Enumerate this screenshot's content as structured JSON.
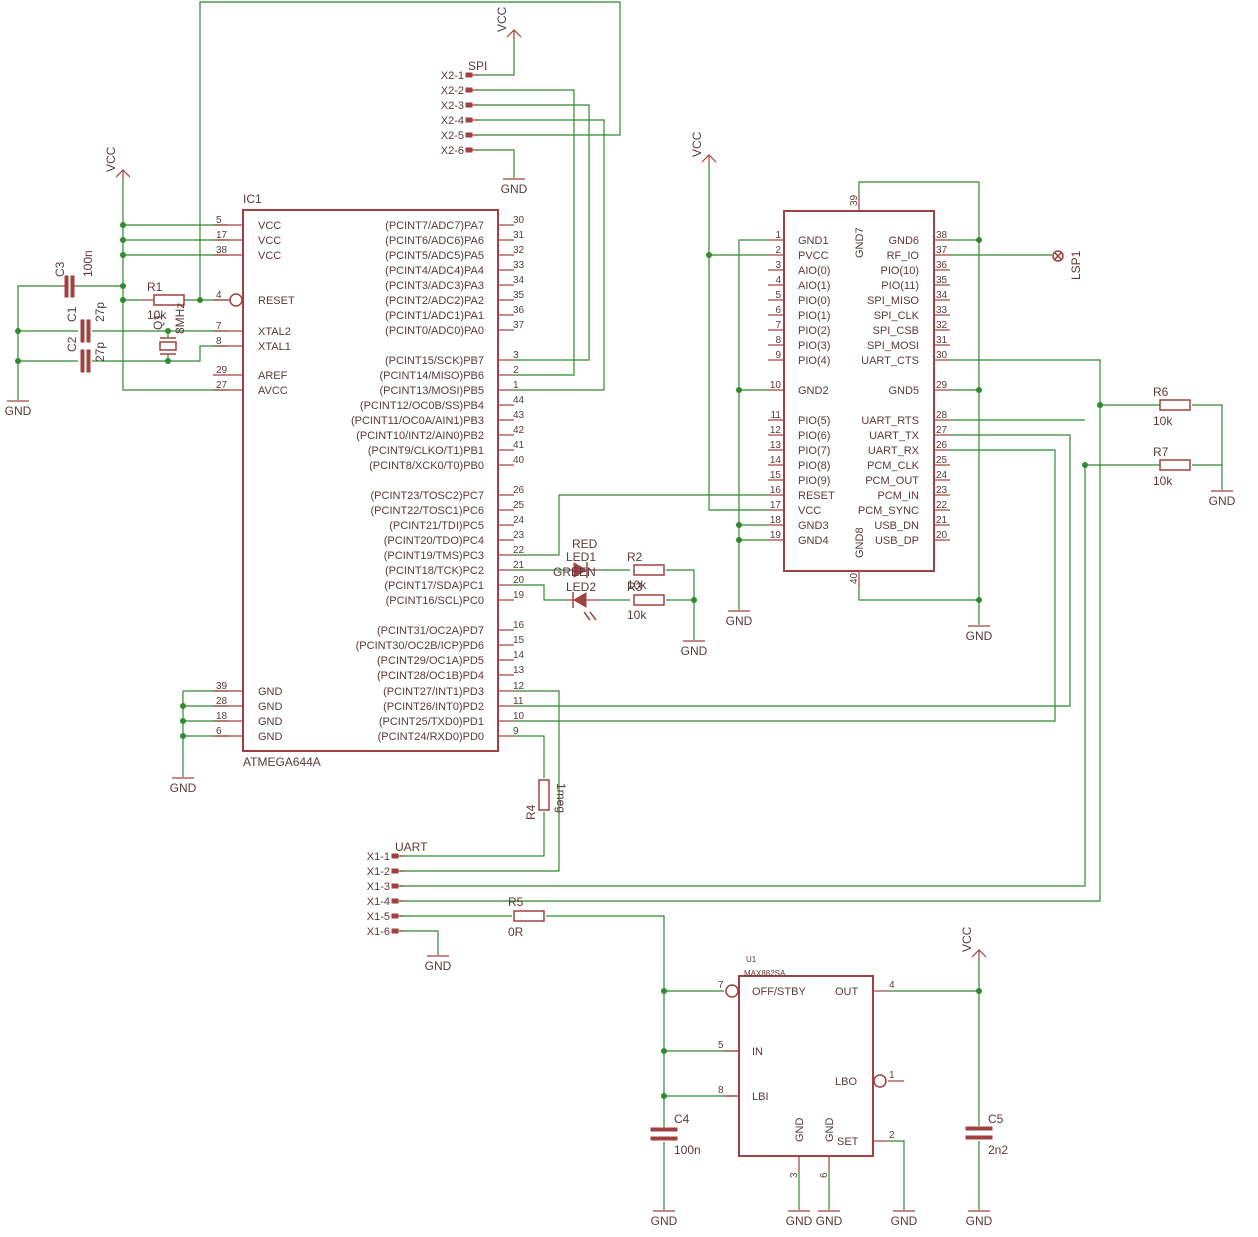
{
  "ic1": {
    "ref": "IC1",
    "value": "ATMEGA644A",
    "left": [
      {
        "name": "VCC",
        "num": "5"
      },
      {
        "name": "VCC",
        "num": "17"
      },
      {
        "name": "VCC",
        "num": "38"
      },
      {
        "name": "RESET",
        "num": "4"
      },
      {
        "name": "XTAL2",
        "num": "7"
      },
      {
        "name": "XTAL1",
        "num": "8"
      },
      {
        "name": "AREF",
        "num": "29"
      },
      {
        "name": "AVCC",
        "num": "27"
      },
      {
        "name": "GND",
        "num": "39"
      },
      {
        "name": "GND",
        "num": "28"
      },
      {
        "name": "GND",
        "num": "18"
      },
      {
        "name": "GND",
        "num": "6"
      }
    ],
    "right": [
      {
        "name": "(PCINT7/ADC7)PA7",
        "num": "30"
      },
      {
        "name": "(PCINT6/ADC6)PA6",
        "num": "31"
      },
      {
        "name": "(PCINT5/ADC5)PA5",
        "num": "32"
      },
      {
        "name": "(PCINT4/ADC4)PA4",
        "num": "33"
      },
      {
        "name": "(PCINT3/ADC3)PA3",
        "num": "34"
      },
      {
        "name": "(PCINT2/ADC2)PA2",
        "num": "35"
      },
      {
        "name": "(PCINT1/ADC1)PA1",
        "num": "36"
      },
      {
        "name": "(PCINT0/ADC0)PA0",
        "num": "37"
      },
      {
        "name": "(PCINT15/SCK)PB7",
        "num": "3"
      },
      {
        "name": "(PCINT14/MISO)PB6",
        "num": "2"
      },
      {
        "name": "(PCINT13/MOSI)PB5",
        "num": "1"
      },
      {
        "name": "(PCINT12/OC0B/SS)PB4",
        "num": "44"
      },
      {
        "name": "(PCINT11/OC0A/AIN1)PB3",
        "num": "43"
      },
      {
        "name": "(PCINT10/INT2/AIN0)PB2",
        "num": "42"
      },
      {
        "name": "(PCINT9/CLKO/T1)PB1",
        "num": "41"
      },
      {
        "name": "(PCINT8/XCK0/T0)PB0",
        "num": "40"
      },
      {
        "name": "(PCINT23/TOSC2)PC7",
        "num": "26"
      },
      {
        "name": "(PCINT22/TOSC1)PC6",
        "num": "25"
      },
      {
        "name": "(PCINT21/TDI)PC5",
        "num": "24"
      },
      {
        "name": "(PCINT20/TDO)PC4",
        "num": "23"
      },
      {
        "name": "(PCINT19/TMS)PC3",
        "num": "22"
      },
      {
        "name": "(PCINT18/TCK)PC2",
        "num": "21"
      },
      {
        "name": "(PCINT17/SDA)PC1",
        "num": "20"
      },
      {
        "name": "(PCINT16/SCL)PC0",
        "num": "19"
      },
      {
        "name": "(PCINT31/OC2A)PD7",
        "num": "16"
      },
      {
        "name": "(PCINT30/OC2B/ICP)PD6",
        "num": "15"
      },
      {
        "name": "(PCINT29/OC1A)PD5",
        "num": "14"
      },
      {
        "name": "(PCINT28/OC1B)PD4",
        "num": "13"
      },
      {
        "name": "(PCINT27/INT1)PD3",
        "num": "12"
      },
      {
        "name": "(PCINT26/INT0)PD2",
        "num": "11"
      },
      {
        "name": "(PCINT25/TXD0)PD1",
        "num": "10"
      },
      {
        "name": "(PCINT24/RXD0)PD0",
        "num": "9"
      }
    ]
  },
  "bt": {
    "left": [
      {
        "name": "GND1",
        "num": "1"
      },
      {
        "name": "PVCC",
        "num": "2"
      },
      {
        "name": "AIO(0)",
        "num": "3"
      },
      {
        "name": "AIO(1)",
        "num": "4"
      },
      {
        "name": "PIO(0)",
        "num": "5"
      },
      {
        "name": "PIO(1)",
        "num": "6"
      },
      {
        "name": "PIO(2)",
        "num": "7"
      },
      {
        "name": "PIO(3)",
        "num": "8"
      },
      {
        "name": "PIO(4)",
        "num": "9"
      },
      {
        "name": "GND2",
        "num": "10"
      },
      {
        "name": "PIO(5)",
        "num": "11"
      },
      {
        "name": "PIO(6)",
        "num": "12"
      },
      {
        "name": "PIO(7)",
        "num": "13"
      },
      {
        "name": "PIO(8)",
        "num": "14"
      },
      {
        "name": "PIO(9)",
        "num": "15"
      },
      {
        "name": "RESET",
        "num": "16"
      },
      {
        "name": "VCC",
        "num": "17"
      },
      {
        "name": "GND3",
        "num": "18"
      },
      {
        "name": "GND4",
        "num": "19"
      }
    ],
    "right": [
      {
        "name": "GND6",
        "num": "38"
      },
      {
        "name": "RF_IO",
        "num": "37"
      },
      {
        "name": "PIO(10)",
        "num": "36"
      },
      {
        "name": "PIO(11)",
        "num": "35"
      },
      {
        "name": "SPI_MISO",
        "num": "34"
      },
      {
        "name": "SPI_CLK",
        "num": "33"
      },
      {
        "name": "SPI_CSB",
        "num": "32"
      },
      {
        "name": "SPI_MOSI",
        "num": "31"
      },
      {
        "name": "UART_CTS",
        "num": "30"
      },
      {
        "name": "GND5",
        "num": "29"
      },
      {
        "name": "UART_RTS",
        "num": "28"
      },
      {
        "name": "UART_TX",
        "num": "27"
      },
      {
        "name": "UART_RX",
        "num": "26"
      },
      {
        "name": "PCM_CLK",
        "num": "25"
      },
      {
        "name": "PCM_OUT",
        "num": "24"
      },
      {
        "name": "PCM_IN",
        "num": "23"
      },
      {
        "name": "PCM_SYNC",
        "num": "22"
      },
      {
        "name": "USB_DN",
        "num": "21"
      },
      {
        "name": "USB_DP",
        "num": "20"
      }
    ],
    "gnd7": {
      "name": "GND7",
      "num": "39"
    },
    "gnd8": {
      "name": "GND8",
      "num": "40"
    }
  },
  "u1": {
    "ref": "U1",
    "value": "MAX882SA",
    "pins": [
      {
        "name": "OFF/STBY",
        "num": "7"
      },
      {
        "name": "IN",
        "num": "5"
      },
      {
        "name": "LBI",
        "num": "8"
      },
      {
        "name": "OUT",
        "num": "4"
      },
      {
        "name": "LBO",
        "num": "1"
      },
      {
        "name": "SET",
        "num": "2"
      },
      {
        "name": "GND",
        "num": "3"
      },
      {
        "name": "GND",
        "num": "6"
      }
    ]
  },
  "spi": {
    "ref": "SPI",
    "pins": [
      "X2-1",
      "X2-2",
      "X2-3",
      "X2-4",
      "X2-5",
      "X2-6"
    ]
  },
  "uart": {
    "ref": "UART",
    "pins": [
      "X1-1",
      "X1-2",
      "X1-3",
      "X1-4",
      "X1-5",
      "X1-6"
    ]
  },
  "parts": {
    "c3": {
      "ref": "C3",
      "value": "100n"
    },
    "c1": {
      "ref": "C1",
      "value": "27p"
    },
    "c2": {
      "ref": "C2",
      "value": "27p"
    },
    "r1": {
      "ref": "R1",
      "value": "10k"
    },
    "q1": {
      "ref": "Q1",
      "value": "8MHz"
    },
    "r2": {
      "ref": "R2",
      "value": "10k"
    },
    "r3": {
      "ref": "R3",
      "value": "10k"
    },
    "led1": {
      "ref": "LED1",
      "value": "RED"
    },
    "led2": {
      "ref": "LED2",
      "value": "GREEN"
    },
    "r4": {
      "ref": "R4",
      "value": "1meg"
    },
    "r5": {
      "ref": "R5",
      "value": "0R"
    },
    "r6": {
      "ref": "R6",
      "value": "10k"
    },
    "r7": {
      "ref": "R7",
      "value": "10k"
    },
    "c4": {
      "ref": "C4",
      "value": "100n"
    },
    "c5": {
      "ref": "C5",
      "value": "2n2"
    },
    "lsp1": {
      "ref": "LSP1"
    }
  },
  "labels": {
    "vcc": "VCC",
    "gnd": "GND"
  },
  "colors": {
    "part": "#a04040",
    "wire": "#2e8b2e",
    "text": "#5a3a3a"
  }
}
